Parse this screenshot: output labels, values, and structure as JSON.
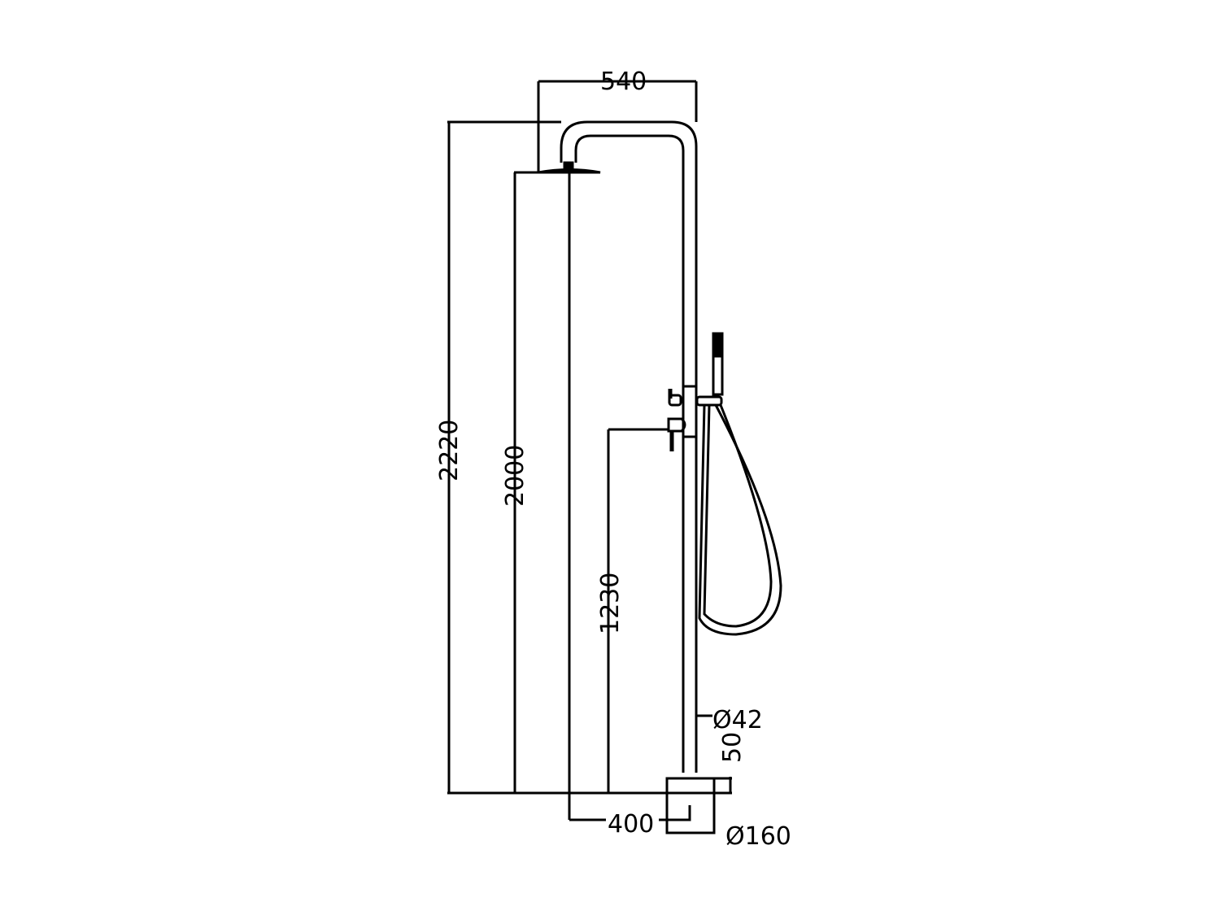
{
  "drawing": {
    "subject": "Freestanding shower column with overhead shower head and hand shower",
    "stroke_color": "#000000",
    "background": "#ffffff",
    "dimensions": {
      "head_projection": "540",
      "total_height": "2220",
      "head_height": "2000",
      "mixer_height": "1230",
      "pipe_diameter": "Ø42",
      "base_height": "50",
      "head_offset": "400",
      "base_diameter": "Ø160"
    }
  }
}
